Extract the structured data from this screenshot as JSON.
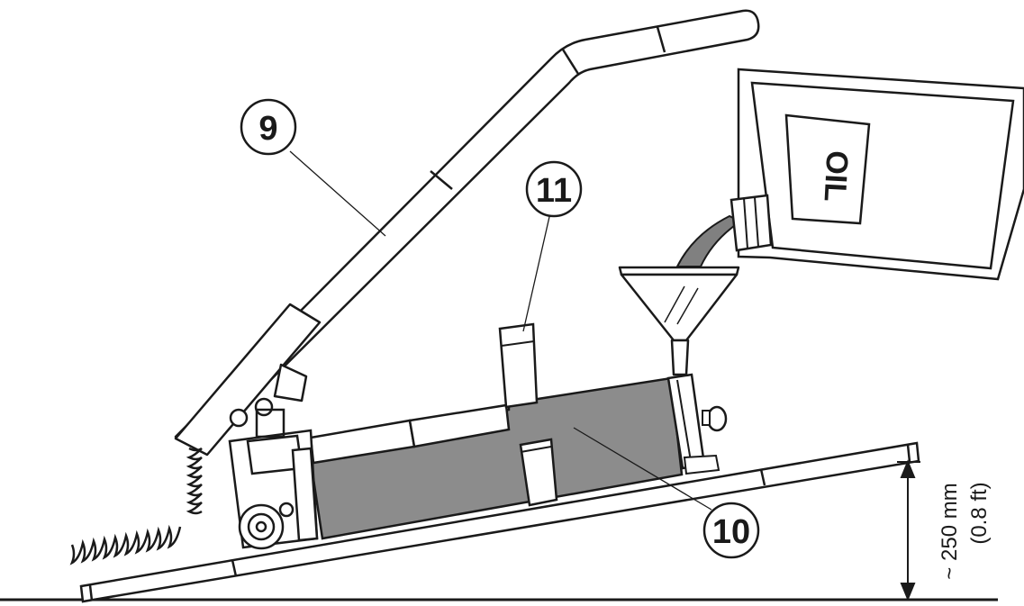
{
  "callouts": {
    "handle": "9",
    "tank": "10",
    "filler_cap": "11"
  },
  "container": {
    "label": "OIL"
  },
  "dimension": {
    "metric": "~ 250 mm",
    "imperial": "(0.8 ft)"
  },
  "colors": {
    "line": "#1a1a1a",
    "tank_fill": "#8c8c8c",
    "hose_fill": "#808080",
    "background": "#ffffff"
  }
}
